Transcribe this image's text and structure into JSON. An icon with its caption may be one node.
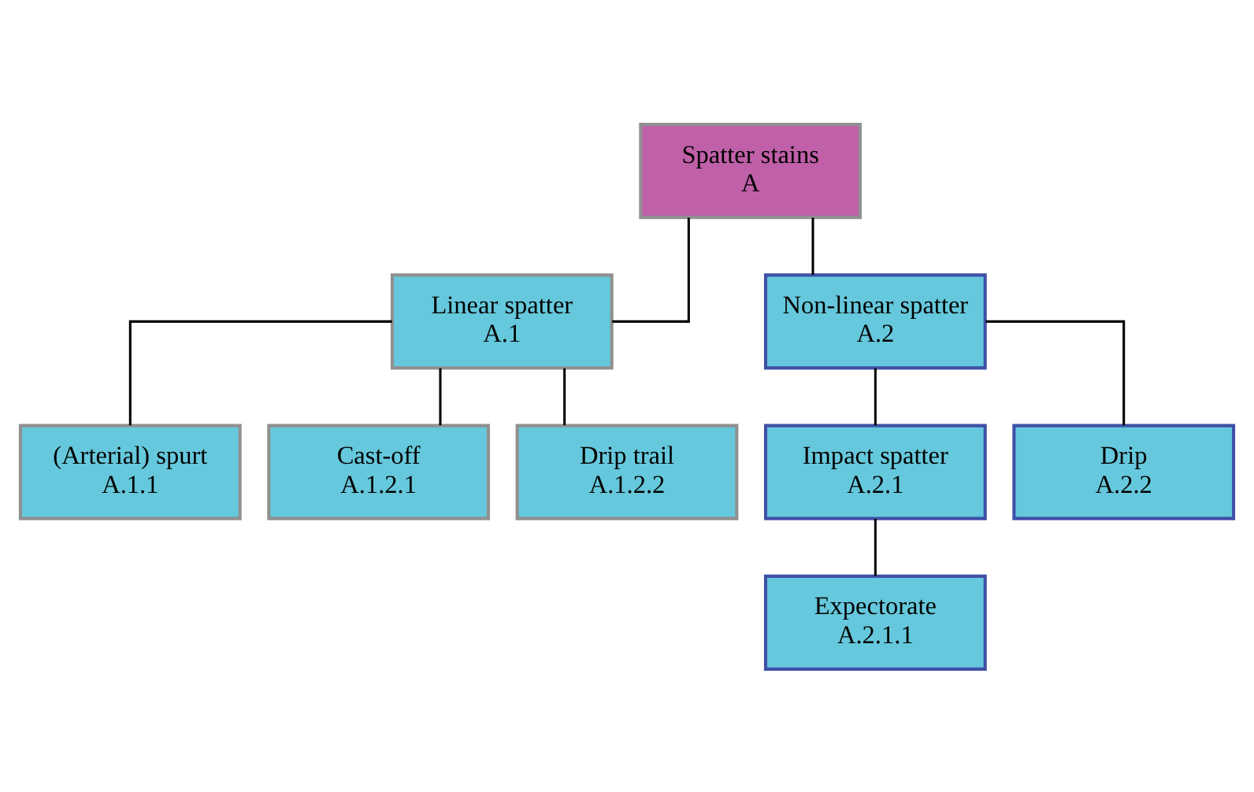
{
  "diagram": {
    "nodes": [
      {
        "text": [
          "Spatter stains",
          "A"
        ]
      },
      {
        "text": [
          "Linear spatter",
          "A.1"
        ]
      },
      {
        "text": [
          "Non-linear spatter",
          "A.2"
        ]
      },
      {
        "text": [
          "(Arterial) spurt",
          "A.1.1"
        ]
      },
      {
        "text": [
          "Cast-off",
          "A.1.2.1"
        ]
      },
      {
        "text": [
          "Drip trail",
          "A.1.2.2"
        ]
      },
      {
        "text": [
          "Impact spatter",
          "A.2.1"
        ]
      },
      {
        "text": [
          "Drip",
          "A.2.2"
        ]
      },
      {
        "text": [
          "Expectorate",
          "A.2.1.1"
        ]
      }
    ],
    "edges": [
      {
        "from": 0,
        "to": 1,
        "arrow": "none"
      },
      {
        "from": 0,
        "to": 2,
        "arrow": "none"
      },
      {
        "from": 1,
        "to": 3,
        "arrow": "none"
      },
      {
        "from": 1,
        "to": 4,
        "arrow": "none"
      },
      {
        "from": 1,
        "to": 5,
        "arrow": "none"
      },
      {
        "from": 2,
        "to": 6,
        "arrow": "none"
      },
      {
        "from": 2,
        "to": 7,
        "arrow": "none"
      },
      {
        "from": 6,
        "to": 8,
        "arrow": "none"
      }
    ]
  }
}
